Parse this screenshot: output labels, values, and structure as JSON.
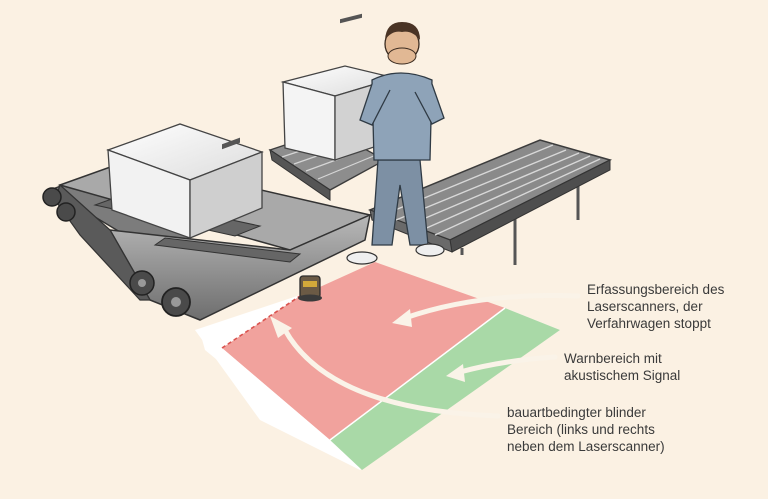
{
  "colors": {
    "background": "#fbf1e3",
    "detection_zone": "#f0a19c",
    "warning_zone": "#a7d8a6",
    "floor": "#ffffff",
    "arrow": "#faf3e8"
  },
  "labels": {
    "detection": {
      "line1": "Erfassungsbereich des",
      "line2": "Laserscanners, der",
      "line3": "Verfahrwagen stoppt"
    },
    "warning": {
      "line1": "Warnbereich mit",
      "line2": "akustischem Signal"
    },
    "blind": {
      "line1": "bauartbedingter blinder",
      "line2": "Bereich (links und rechts",
      "line3": "neben dem Laserscanner)"
    }
  }
}
